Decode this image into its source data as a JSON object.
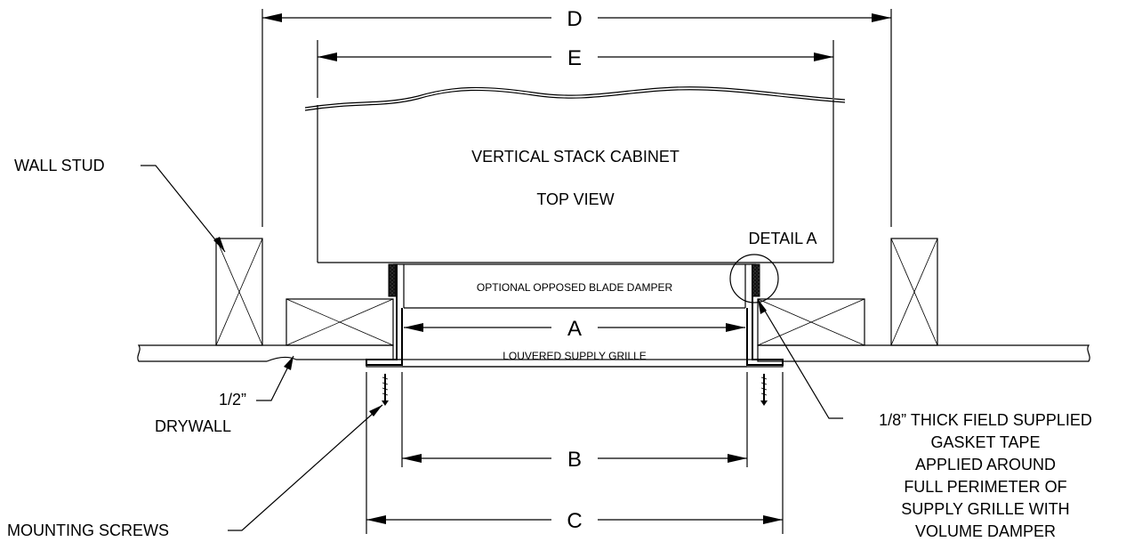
{
  "dimensions": {
    "a": "A",
    "b": "B",
    "c": "C",
    "d": "D",
    "e": "E"
  },
  "cabinet": {
    "line1": "VERTICAL STACK CABINET",
    "line2": "TOP VIEW"
  },
  "components": {
    "damper": "OPTIONAL OPPOSED BLADE DAMPER",
    "grille": "LOUVERED SUPPLY GRILLE"
  },
  "callouts": {
    "detail": "DETAIL A",
    "wall_stud": "WALL STUD",
    "drywall_line1": "1/2”",
    "drywall_line2": "DRYWALL",
    "screws": "MOUNTING SCREWS",
    "gasket": [
      "1/8” THICK FIELD SUPPLIED",
      "GASKET TAPE",
      "APPLIED AROUND",
      "FULL PERIMETER OF",
      "SUPPLY GRILLE WITH",
      "VOLUME DAMPER"
    ]
  }
}
